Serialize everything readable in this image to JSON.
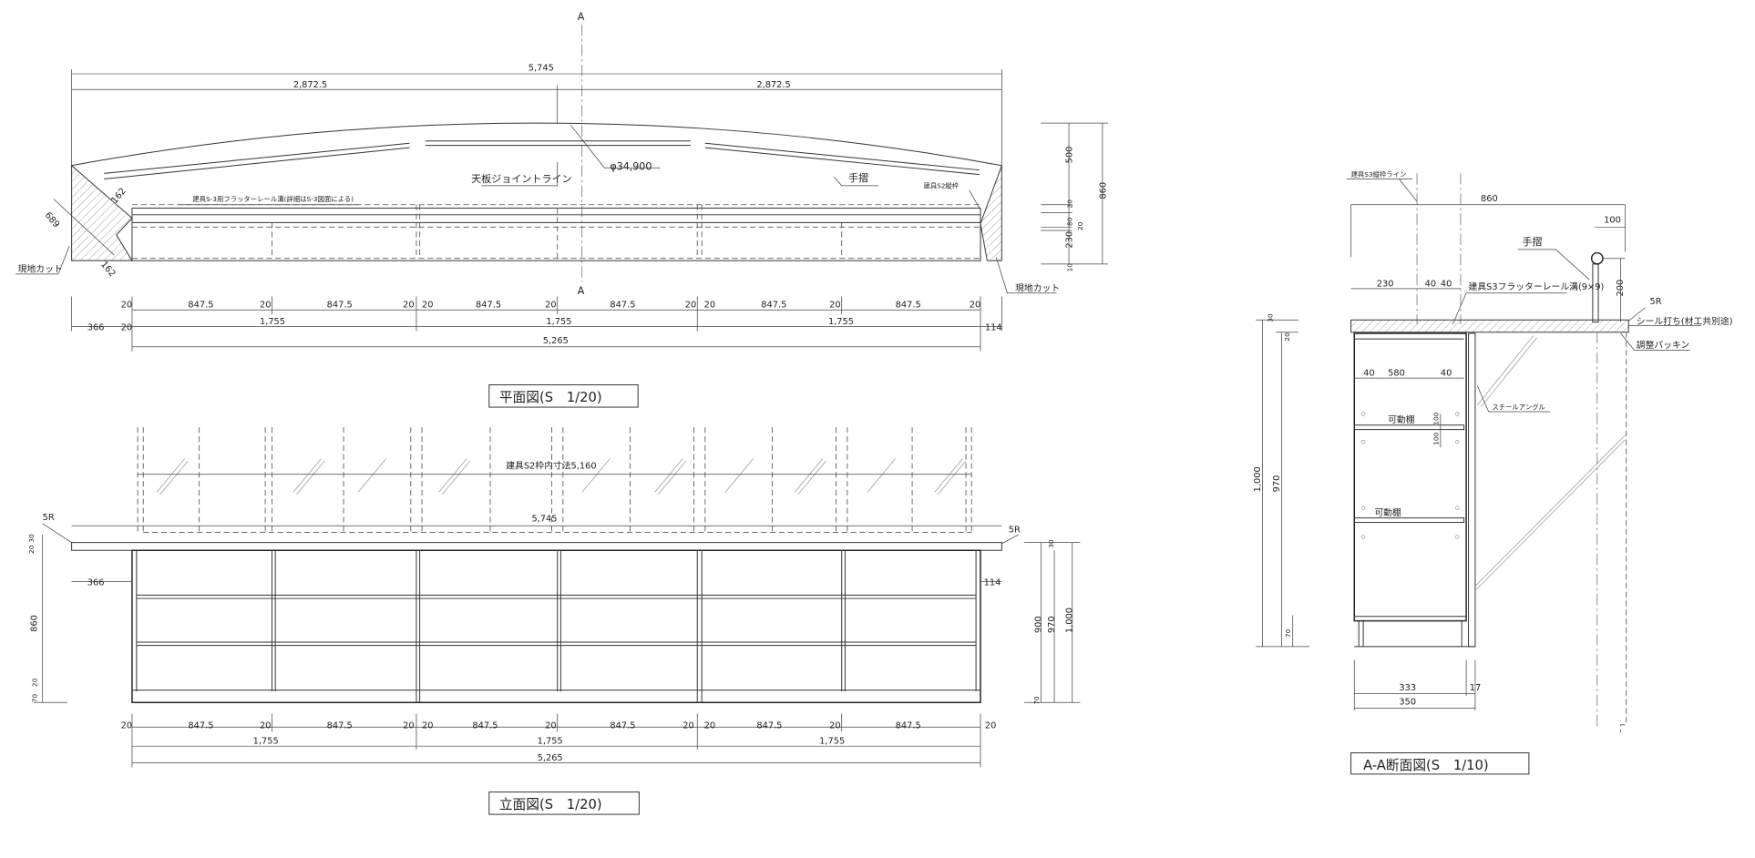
{
  "plan": {
    "title": "平面図(S　1/20)",
    "section_mark": "A",
    "overall": "5,745",
    "half": "2,872.5",
    "joint_line": "天板ジョイントライン",
    "diameter": "φ34,900",
    "handrail": "手摺",
    "frame": "建具S2縦枠",
    "rail_groove": "建具S-3用フラッターレール溝(詳細はS-3図面による)",
    "site_cut": "現地カット",
    "diag_689": "689",
    "diag_162": "162",
    "seg_20": "20",
    "seg_847": "847.5",
    "span_1755": "1,755",
    "left_366": "366",
    "right_114": "114",
    "total_5265": "5,265",
    "right_dims": {
      "d500": "500",
      "d20a": "20",
      "d80": "80",
      "d20b": "20",
      "d230": "230",
      "d10": "10",
      "d860": "860"
    }
  },
  "elevation": {
    "title": "立面図(S　1/20)",
    "glass_inner": "建具S2枠内寸法5,160",
    "overall": "5,745",
    "radius": "5R",
    "left_366": "366",
    "right_114": "114",
    "d20": "20",
    "d30": "30",
    "d860": "860",
    "d70": "70",
    "d900": "900",
    "d970": "970",
    "d1000": "1,000",
    "seg_847": "847.5",
    "span_1755": "1,755",
    "total_5265": "5,265"
  },
  "section": {
    "title": "A-A断面図(S　1/10)",
    "frame_line": "建具S3縦枠ライン",
    "d860": "860",
    "d100": "100",
    "handrail": "手摺",
    "d200": "200",
    "d230": "230",
    "d40": "40",
    "rail_groove": "建具S3フラッターレール溝(9×9)",
    "radius": "5R",
    "seal": "シール打ち(材工共別途)",
    "packing": "調整パッキン",
    "d580": "580",
    "steel_angle": "スチールアングル",
    "shelf": "可動棚",
    "d30": "30",
    "d20": "20",
    "d1000": "1,000",
    "d970": "970",
    "d70": "70",
    "d333": "333",
    "d17": "17",
    "d350": "350"
  }
}
